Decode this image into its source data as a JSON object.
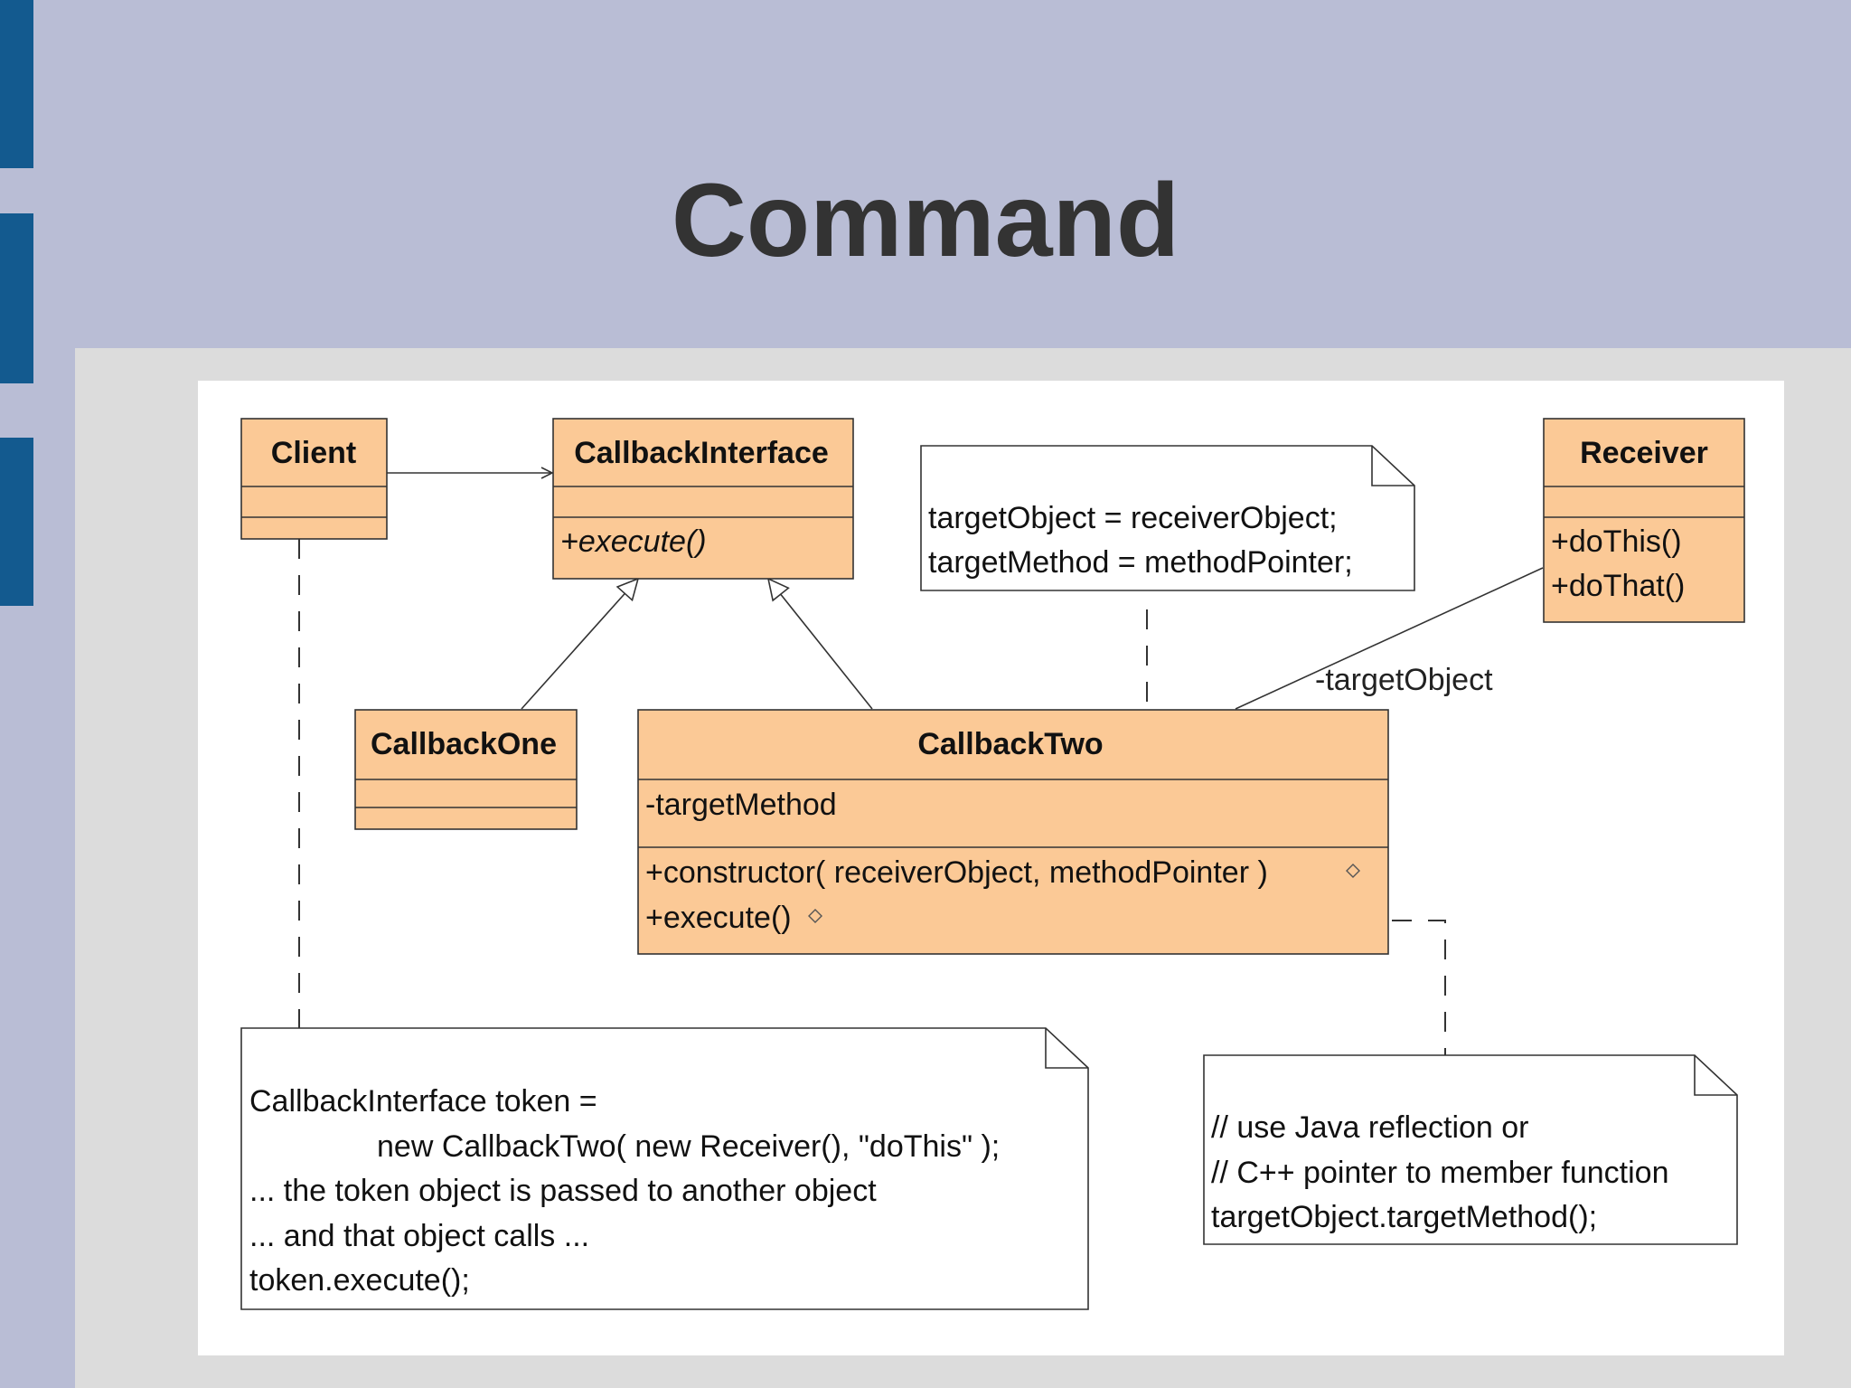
{
  "slide": {
    "title": "Command",
    "accent_color": "#135a8f",
    "header_bg": "#b9bdd5",
    "panel_bg": "#dcdcdc"
  },
  "diagram": {
    "class_fill": "#fbc996",
    "classes": {
      "client": {
        "name": "Client"
      },
      "callback_interface": {
        "name": "CallbackInterface",
        "method": "+execute()"
      },
      "receiver": {
        "name": "Receiver",
        "methods": [
          "+doThis()",
          "+doThat()"
        ]
      },
      "callback_one": {
        "name": "CallbackOne"
      },
      "callback_two": {
        "name": "CallbackTwo",
        "attribute": "-targetMethod",
        "methods": [
          "+constructor( receiverObject, methodPointer )",
          "+execute()"
        ]
      }
    },
    "association_label": "-targetObject",
    "notes": {
      "target_note": [
        "targetObject = receiverObject;",
        "targetMethod = methodPointer;"
      ],
      "client_note": [
        "CallbackInterface token =",
        "new CallbackTwo( new Receiver(), \"doThis\" );",
        "... the token object is passed to another object",
        "... and that object calls ...",
        "token.execute();"
      ],
      "execute_note": [
        "// use Java reflection or",
        "// C++ pointer to member function",
        "targetObject.targetMethod();"
      ]
    }
  }
}
